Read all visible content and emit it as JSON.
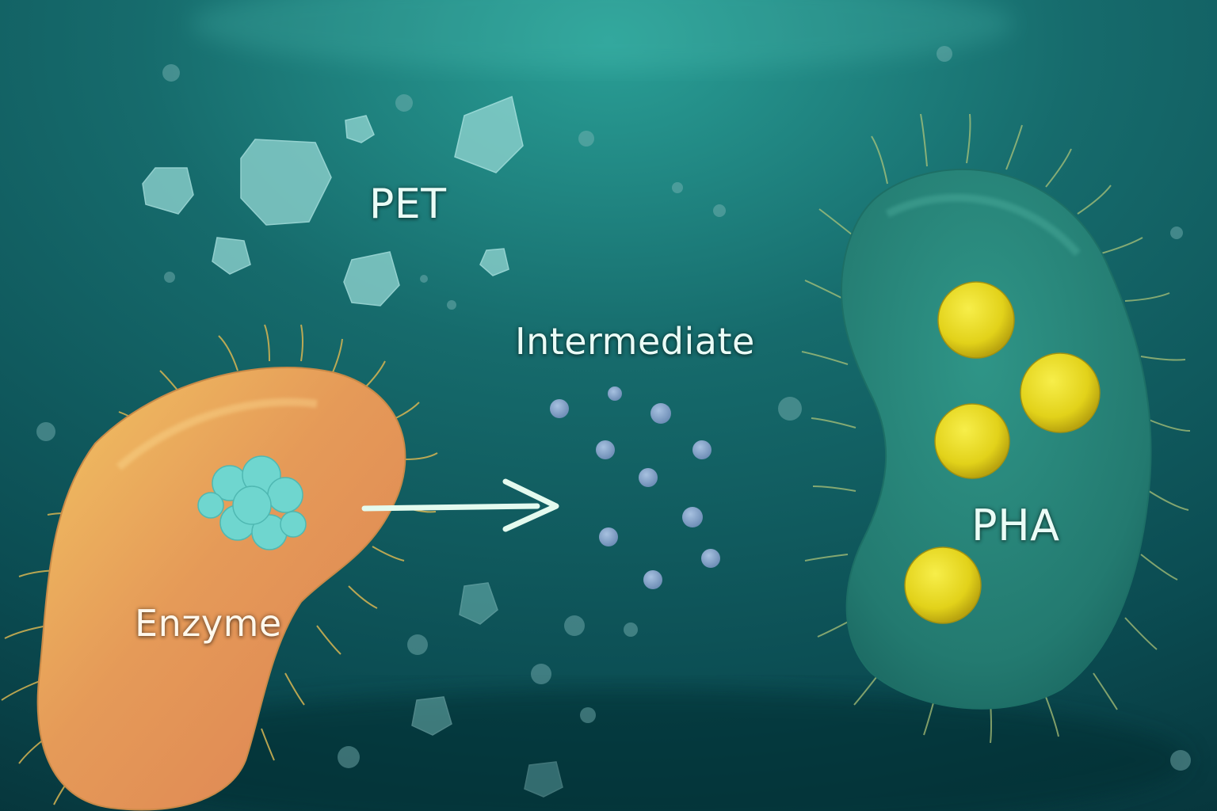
{
  "diagram": {
    "labels": {
      "pet": "PET",
      "intermediate": "Intermediate",
      "enzyme": "Enzyme",
      "pha": "PHA"
    },
    "colors": {
      "water_deep": "#07373c",
      "water_light": "#1b7a78",
      "enzyme_cell": "#e3a25a",
      "pha_cell": "#2a8a7d",
      "pha_granule": "#e8d81c",
      "pet_fragment": "#8fd3d0",
      "intermediate_particle": "#7f9ec4",
      "arrow": "#e4fbef",
      "enzyme_blob": "#6fd6cf"
    },
    "nodes": [
      {
        "id": "pet",
        "kind": "plastic-fragments"
      },
      {
        "id": "enzyme-bacterium",
        "kind": "bacterium",
        "carries": "enzyme"
      },
      {
        "id": "intermediate",
        "kind": "small-molecules"
      },
      {
        "id": "pha-bacterium",
        "kind": "bacterium",
        "granule_count": 4
      }
    ],
    "edges": [
      {
        "from": "enzyme-bacterium",
        "to": "intermediate",
        "style": "arrow"
      }
    ]
  }
}
